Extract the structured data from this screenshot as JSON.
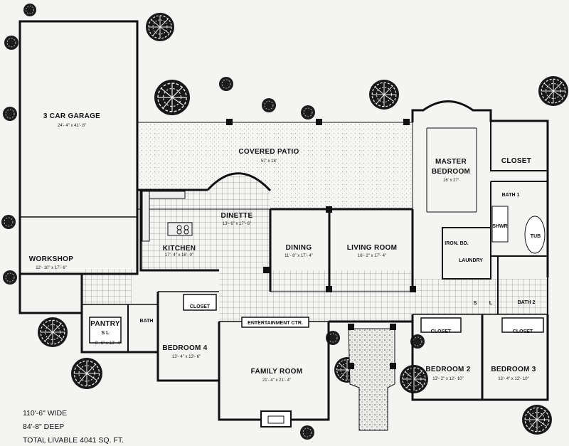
{
  "rooms": {
    "garage": {
      "name": "3 CAR GARAGE",
      "dim": "24'- 4\" x 41'- 8\""
    },
    "patio": {
      "name": "COVERED PATIO",
      "dim": "57' x 18'"
    },
    "master": {
      "name1": "MASTER",
      "name2": "BEDROOM",
      "dim": "16' x 27'"
    },
    "master_closet": {
      "name": "CLOSET"
    },
    "bath1": {
      "name": "BATH 1"
    },
    "shwr": {
      "name": "SHWR"
    },
    "tub": {
      "name": "TUB"
    },
    "kitchen": {
      "name": "KITCHEN",
      "dim": "17'- 4\" x 16'- 0\""
    },
    "dinette": {
      "name": "DINETTE",
      "dim": "13'- 6\" x 17'- 6\""
    },
    "dining": {
      "name": "DINING",
      "dim": "11'- 8\" x 17'- 4\""
    },
    "living": {
      "name": "LIVING ROOM",
      "dim": "16'- 2\" x 17'- 4\""
    },
    "iron": {
      "name": "IRON. BD."
    },
    "laundry": {
      "name": "LAUNDRY"
    },
    "workshop": {
      "name": "WORKSHOP",
      "dim": "12'- 10\" x 17'- 6\""
    },
    "pantry": {
      "name": "PANTRY",
      "sl": "S  L"
    },
    "pantry_dim": {
      "dim": "9'- 6\" x 18'- 4\""
    },
    "bath_small": {
      "name": "BATH"
    },
    "closet_bed4": {
      "name": "CLOSET"
    },
    "bedroom4": {
      "name": "BEDROOM  4",
      "dim": "13'- 4\" x 13'- 6\""
    },
    "entertainment": {
      "name": "ENTERTAINMENT CTR."
    },
    "family": {
      "name": "FAMILY ROOM",
      "dim": "21'- 4\" x 21'- 4\""
    },
    "closet_bed2": {
      "name": "CLOSET"
    },
    "closet_bed3": {
      "name": "CLOSET"
    },
    "bedroom2": {
      "name": "BEDROOM  2",
      "dim": "13'- 2\" x 12'- 10\""
    },
    "bedroom3": {
      "name": "BEDROOM  3",
      "dim": "13'- 4\" x 12'- 10\""
    },
    "bath2": {
      "name": "BATH 2"
    },
    "hall_marks": {
      "left": "S",
      "right": "L"
    }
  },
  "info": {
    "wide": "110'-6\" WIDE",
    "deep": "84'-8\" DEEP",
    "total": "TOTAL  LIVABLE    4041 SQ. FT."
  }
}
